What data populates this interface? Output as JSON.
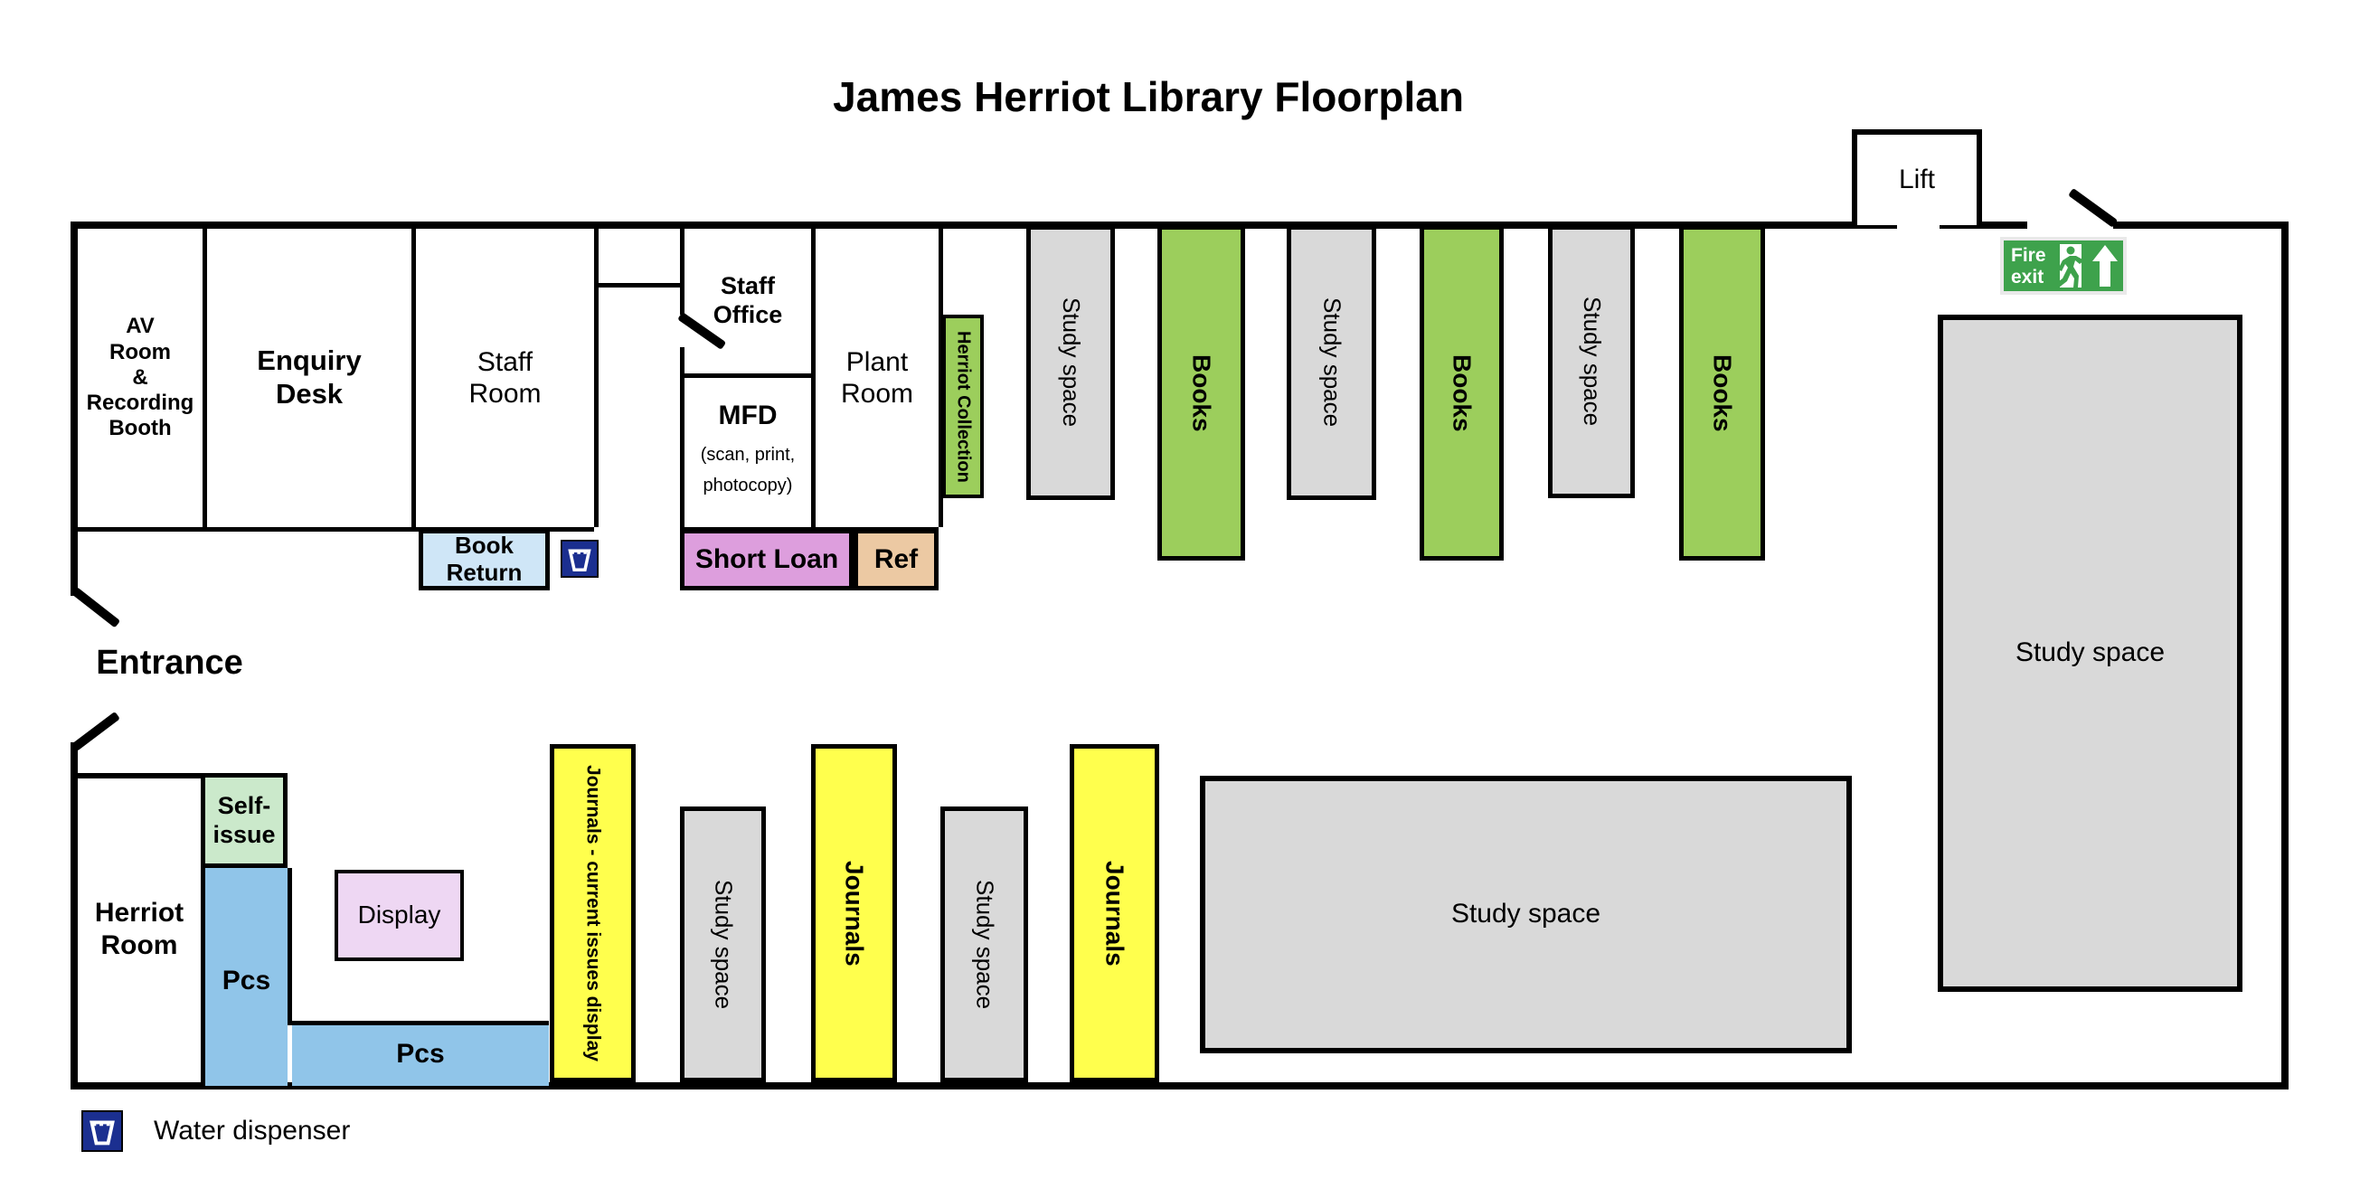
{
  "title": "James Herriot Library Floorplan",
  "rooms": {
    "av": {
      "label": "AV\nRoom\n&\nRecording\nBooth"
    },
    "enquiry": {
      "label": "Enquiry\nDesk"
    },
    "staff_room": {
      "label": "Staff\nRoom"
    },
    "staff_office": {
      "label": "Staff\nOffice"
    },
    "mfd": {
      "label": "MFD",
      "sublabel": "(scan, print,\nphotocopy)"
    },
    "plant": {
      "label": "Plant\nRoom"
    },
    "herriot_room": {
      "label": "Herriot\nRoom"
    },
    "lift": {
      "label": "Lift"
    }
  },
  "features": {
    "herriot_collection": {
      "label": "Herriot Collection"
    },
    "book_return": {
      "label": "Book\nReturn"
    },
    "short_loan": {
      "label": "Short Loan"
    },
    "ref": {
      "label": "Ref"
    },
    "self_issue": {
      "label": "Self-\nissue"
    },
    "pcs_vertical": {
      "label": "Pcs"
    },
    "pcs_horizontal": {
      "label": "Pcs"
    },
    "display": {
      "label": "Display"
    },
    "journals_current": {
      "label": "Journals - current issues display"
    },
    "entrance": {
      "label": "Entrance"
    }
  },
  "stacks": {
    "upper": [
      {
        "type": "study",
        "label": "Study space"
      },
      {
        "type": "books",
        "label": "Books"
      },
      {
        "type": "study",
        "label": "Study space"
      },
      {
        "type": "books",
        "label": "Books"
      },
      {
        "type": "study",
        "label": "Study space"
      },
      {
        "type": "books",
        "label": "Books"
      }
    ],
    "lower": [
      {
        "type": "study",
        "label": "Study space"
      },
      {
        "type": "journals",
        "label": "Journals"
      },
      {
        "type": "study",
        "label": "Study space"
      },
      {
        "type": "journals",
        "label": "Journals"
      }
    ]
  },
  "study_areas": {
    "right_large": {
      "label": "Study space"
    },
    "middle_large": {
      "label": "Study space"
    }
  },
  "fire_exit_sign": {
    "line1": "Fire",
    "line2": "exit"
  },
  "legend": {
    "water_dispenser": "Water dispenser"
  },
  "colors": {
    "books_green": "#9cce5c",
    "study_gray": "#d9d9d9",
    "journals_yellow": "#ffff4d",
    "short_loan_plum": "#dd9edd",
    "ref_tan": "#ecc9a3",
    "book_return_blue": "#cfe6f7",
    "pcs_blue": "#90c5e9",
    "self_issue_green": "#cbe9cb",
    "display_pink": "#eed7f3",
    "water_navy": "#1b2f90",
    "fire_exit_green": "#3ea24c"
  }
}
